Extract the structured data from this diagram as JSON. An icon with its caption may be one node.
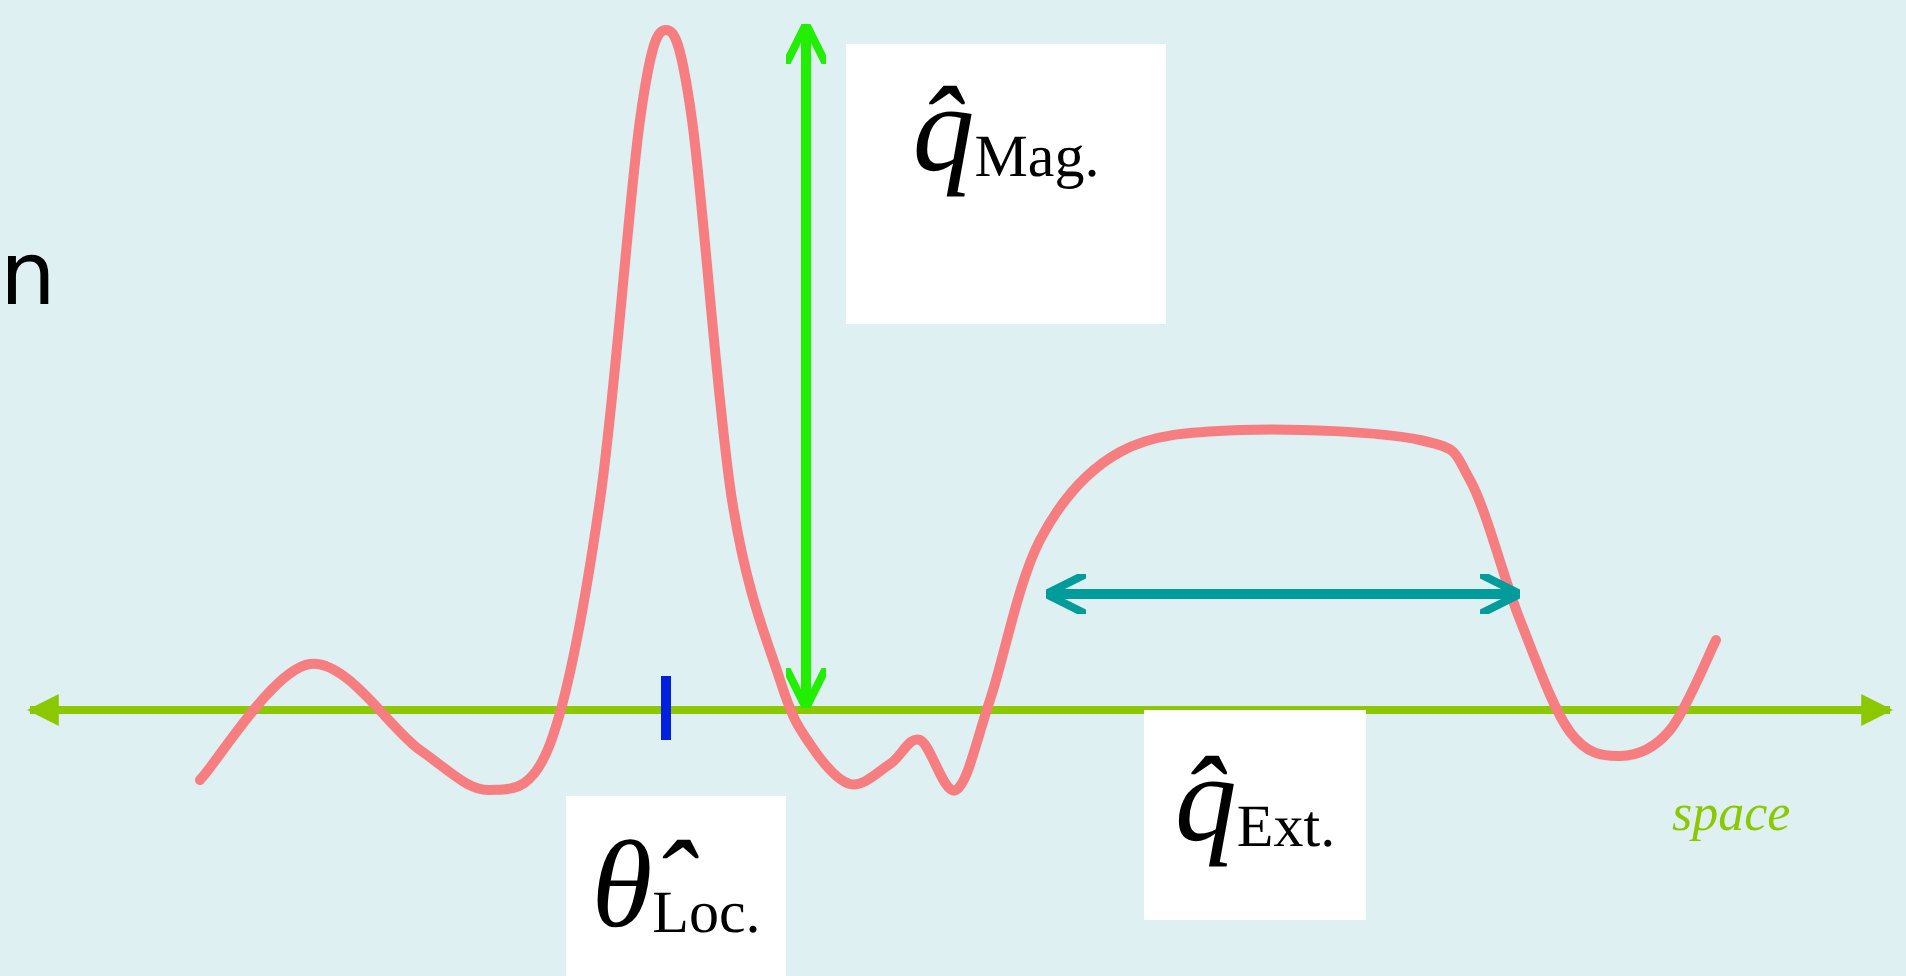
{
  "diagram": {
    "labels": [
      "n",
      "*q̂*$_{Mag.}$",
      "*θ̂*$_{Loc.}$",
      "*q̂*$_{Ext.}$",
      "space"
    ]
  }
}
